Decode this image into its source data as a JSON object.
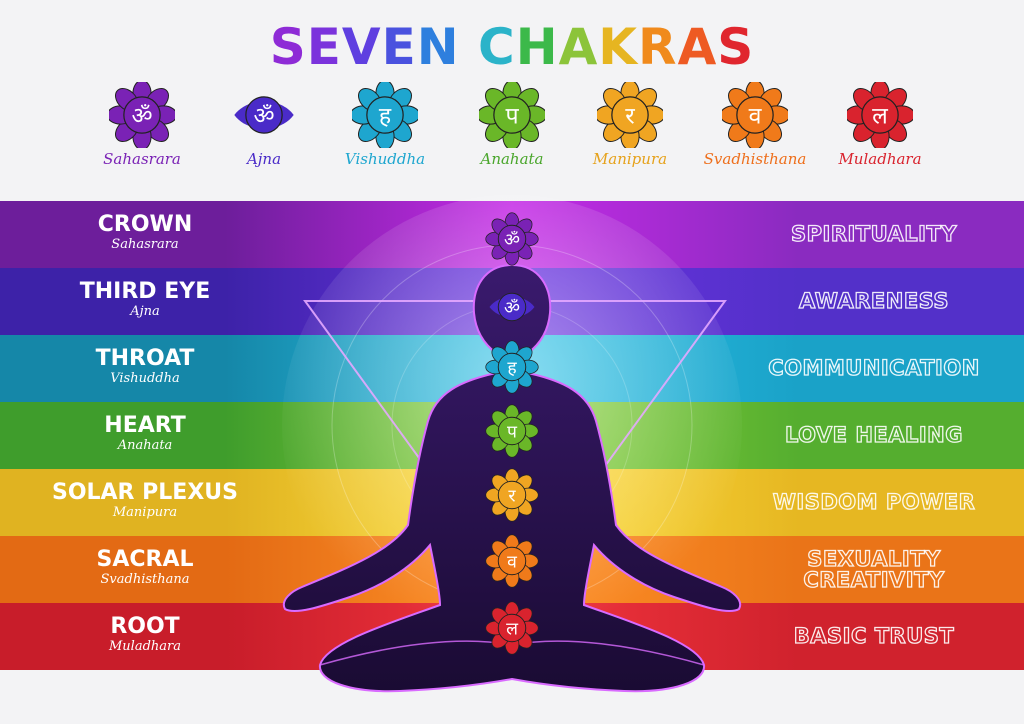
{
  "title": {
    "letters": [
      {
        "ch": "S",
        "color": "#8e2bd6"
      },
      {
        "ch": "E",
        "color": "#7b33dc"
      },
      {
        "ch": "V",
        "color": "#5f3fe0"
      },
      {
        "ch": "E",
        "color": "#4a52df"
      },
      {
        "ch": "N",
        "color": "#2e7fde"
      },
      {
        "ch": " ",
        "color": "#000000"
      },
      {
        "ch": "C",
        "color": "#2bb3c9"
      },
      {
        "ch": "H",
        "color": "#3cb94a"
      },
      {
        "ch": "A",
        "color": "#8cc43a"
      },
      {
        "ch": "K",
        "color": "#e6b521"
      },
      {
        "ch": "R",
        "color": "#f08a1c"
      },
      {
        "ch": "A",
        "color": "#ee5a23"
      },
      {
        "ch": "S",
        "color": "#e0262e"
      }
    ]
  },
  "icons": [
    {
      "name": "Sahasrara",
      "glyph": "ॐ",
      "color": "#7a22b5",
      "name_color": "#7a22b5",
      "icon": "lotus-icon"
    },
    {
      "name": "Ajna",
      "glyph": "ॐ",
      "color": "#4a2bc8",
      "name_color": "#4a2bc8",
      "icon": "eye-lotus-icon"
    },
    {
      "name": "Vishuddha",
      "glyph": "ह",
      "color": "#1ea6cf",
      "name_color": "#1ea6cf",
      "icon": "lotus-icon"
    },
    {
      "name": "Anahata",
      "glyph": "प",
      "color": "#6ab728",
      "name_color": "#4aa62c",
      "icon": "lotus-icon"
    },
    {
      "name": "Manipura",
      "glyph": "र",
      "color": "#f0a522",
      "name_color": "#e6a21c",
      "icon": "lotus-icon"
    },
    {
      "name": "Svadhisthana",
      "glyph": "व",
      "color": "#f07a1a",
      "name_color": "#ee6f1c",
      "icon": "lotus-icon"
    },
    {
      "name": "Muladhara",
      "glyph": "ल",
      "color": "#d9232e",
      "name_color": "#d9232e",
      "icon": "lotus-icon"
    }
  ],
  "bands": [
    {
      "name": "CROWN",
      "sub": "Sahasrara",
      "quality": "SPIRITUALITY",
      "color_left": "#6d1e9b",
      "color_mid": "#c52be6",
      "color_right": "#8a2bc0"
    },
    {
      "name": "THIRD EYE",
      "sub": "Ajna",
      "quality": "AWARENESS",
      "color_left": "#3d22a8",
      "color_mid": "#6a33e0",
      "color_right": "#5330c9"
    },
    {
      "name": "THROAT",
      "sub": "Vishuddha",
      "quality": "COMMUNICATION",
      "color_left": "#1587a8",
      "color_mid": "#2bc1e6",
      "color_right": "#1aa2c8"
    },
    {
      "name": "HEART",
      "sub": "Anahata",
      "quality": "LOVE HEALING",
      "color_left": "#3f9d2c",
      "color_mid": "#8cd33b",
      "color_right": "#55ae2f"
    },
    {
      "name": "SOLAR PLEXUS",
      "sub": "Manipura",
      "quality": "WISDOM POWER",
      "color_left": "#e0b321",
      "color_mid": "#ffe03f",
      "color_right": "#e6b722"
    },
    {
      "name": "SACRAL",
      "sub": "Svadhisthana",
      "quality": "SEXUALITY\nCREATIVITY",
      "color_left": "#e36a14",
      "color_mid": "#ff9228",
      "color_right": "#ea7418"
    },
    {
      "name": "ROOT",
      "sub": "Muladhara",
      "quality": "BASIC TRUST",
      "color_left": "#c81d2a",
      "color_mid": "#f2353e",
      "color_right": "#d0222d"
    }
  ]
}
